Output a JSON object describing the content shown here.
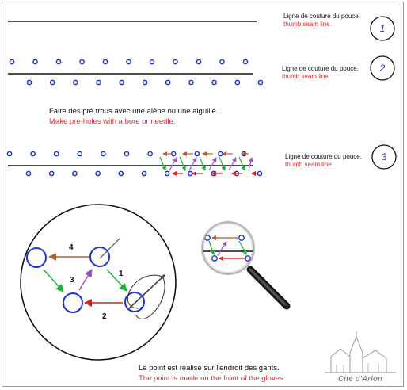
{
  "colors": {
    "hole": "#2233cc",
    "seam": "#111111",
    "english_text": "#e8262a",
    "arrow_green": "#1db33a",
    "arrow_red": "#e01b1b",
    "arrow_brown": "#b0613a",
    "arrow_purple": "#9b4fc8"
  },
  "steps": [
    {
      "label_fr": "Ligne de couture du pouce.",
      "label_en": "thumb seam line.",
      "number": "1"
    },
    {
      "label_fr": "Ligne de couture du pouce.",
      "label_en": "thumb seam line.",
      "number": "2"
    },
    {
      "label_fr": "Ligne de couture du pouce.",
      "label_en": "thumb seam line.",
      "number": "3"
    }
  ],
  "instruction": {
    "fr": "Faire des pré trous avec une alêne ou une aiguille.",
    "en": "Make pre-holes with a bore or needle."
  },
  "detail": {
    "stitch_numbers": [
      "4",
      "3",
      "1",
      "2"
    ],
    "icons": [
      "needle-and-thread-icon",
      "magnifying-glass-icon"
    ]
  },
  "footer": {
    "fr": "Le point est réalisé sur l'endroit des gants.",
    "en": "The point is made on the  front of the gloves."
  },
  "logo": {
    "text": "Cité d'Arlon"
  }
}
